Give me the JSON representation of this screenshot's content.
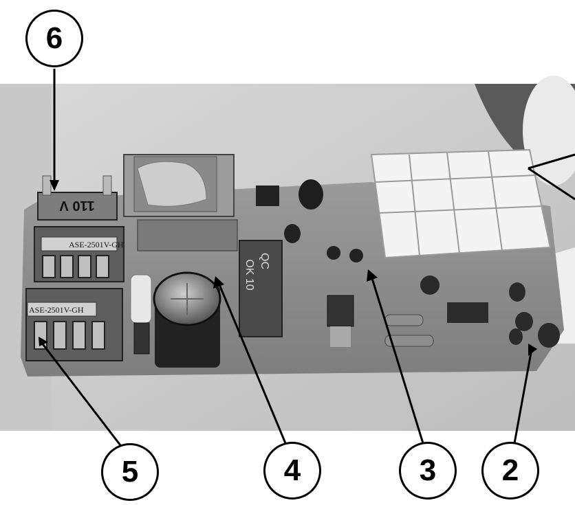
{
  "figure": {
    "callouts": [
      "6",
      "5",
      "4",
      "3",
      "2"
    ],
    "board_labels": {
      "voltage": "110 V",
      "transformer_top": "ASE-2501V-GH",
      "transformer_bottom": "ASE-2501V-GH",
      "relay_line1": "QC",
      "relay_line2": "OK 10"
    }
  }
}
